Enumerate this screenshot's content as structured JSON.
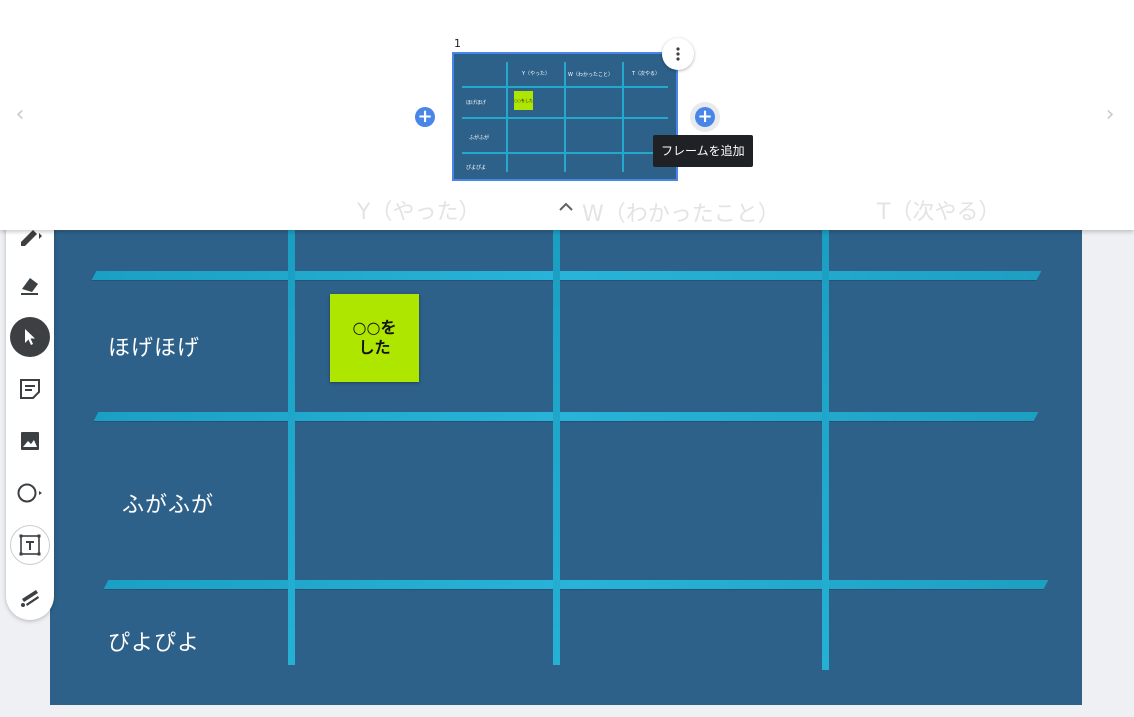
{
  "frames_panel": {
    "frame_number": "1",
    "tooltip": "フレームを追加",
    "prev_label": "‹",
    "next_label": "›",
    "add_label": "+",
    "thumbnail": {
      "col_heads": [
        "Y（やった）",
        "W（わかったこと）",
        "T（次やる）"
      ],
      "row_labels": [
        "ほげほげ",
        "ふがふが",
        "ぴよぴよ"
      ],
      "sticky_text": "○○をした"
    }
  },
  "board": {
    "column_headers": [
      "Y（やった）",
      "W（わかったこと）",
      "T（次やる）"
    ],
    "row_labels": [
      "ほげほげ",
      "ふがふが",
      "ぴよぴよ"
    ],
    "sticky_note": {
      "text": "○○を\nした",
      "color": "#aee600"
    },
    "background_color": "#2d6189",
    "line_color": "#22a9cd"
  },
  "toolbar": {
    "tools": [
      {
        "name": "pen-icon",
        "active": false
      },
      {
        "name": "eraser-icon",
        "active": false
      },
      {
        "name": "select-icon",
        "active": true
      },
      {
        "name": "sticky-note-icon",
        "active": false
      },
      {
        "name": "image-icon",
        "active": false
      },
      {
        "name": "circle-shape-icon",
        "active": false
      },
      {
        "name": "text-box-icon",
        "active": false
      },
      {
        "name": "laser-icon",
        "active": false
      }
    ]
  },
  "colors": {
    "accent": "#4a86e8",
    "tooltip_bg": "#202124"
  }
}
